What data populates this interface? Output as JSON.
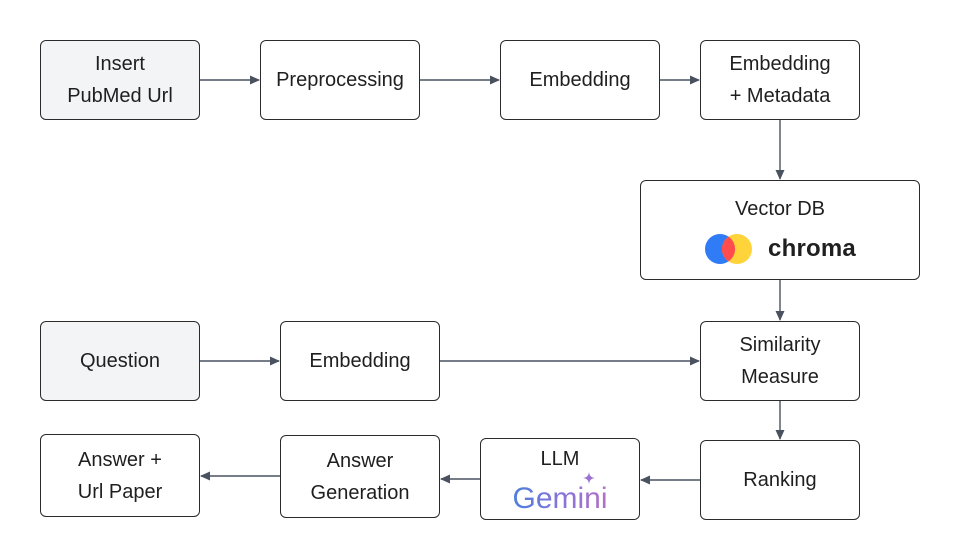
{
  "nodes": {
    "insert_url": "Insert\nPubMed Url",
    "preprocessing": "Preprocessing",
    "embedding_top": "Embedding",
    "embedding_metadata": "Embedding\n+ Metadata",
    "vector_db": "Vector DB",
    "chroma_logo_text": "chroma",
    "question": "Question",
    "embedding_bottom": "Embedding",
    "similarity": "Similarity\nMeasure",
    "ranking": "Ranking",
    "llm": "LLM",
    "gemini_logo_text": "Gemini",
    "answer_generation": "Answer\nGeneration",
    "answer_url": "Answer +\nUrl Paper"
  },
  "colors": {
    "stroke": "#2b2b2b",
    "arrow": "#4a5260",
    "input_fill": "#f3f4f6",
    "chroma_blue": "#2f7cf6",
    "chroma_red": "#ff4d4d",
    "chroma_yellow": "#ffd43b",
    "gemini_gradient": [
      "#4f7fdc",
      "#8f73d8",
      "#b56fc4"
    ]
  }
}
